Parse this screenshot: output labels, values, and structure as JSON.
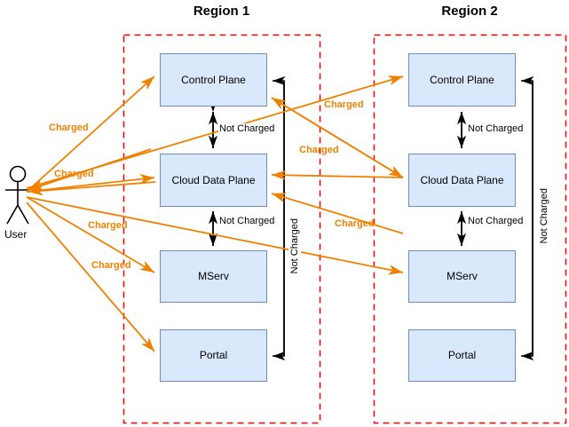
{
  "diagram": {
    "title_region1": "Region 1",
    "title_region2": "Region 2",
    "actor": {
      "name": "User",
      "icon": "stick-figure-actor-icon"
    },
    "colors": {
      "node_fill": "#dae8fc",
      "node_stroke": "#6c8ebf",
      "region_boundary": "#ff0000",
      "charged_edge": "#f08000",
      "not_charged_edge": "#000000",
      "text": "#000000",
      "background": "#ffffff"
    },
    "regions": [
      {
        "id": "region-1",
        "title": "Region 1",
        "nodes": [
          {
            "id": "r1-control-plane",
            "label": "Control Plane"
          },
          {
            "id": "r1-cloud-data-plane",
            "label": "Cloud Data Plane"
          },
          {
            "id": "r1-mserv",
            "label": "MServ"
          },
          {
            "id": "r1-portal",
            "label": "Portal"
          }
        ]
      },
      {
        "id": "region-2",
        "title": "Region 2",
        "nodes": [
          {
            "id": "r2-control-plane",
            "label": "Control Plane"
          },
          {
            "id": "r2-cloud-data-plane",
            "label": "Cloud Data Plane"
          },
          {
            "id": "r2-mserv",
            "label": "MServ"
          },
          {
            "id": "r2-portal",
            "label": "Portal"
          }
        ]
      }
    ],
    "edge_labels": {
      "charged": "Charged",
      "not_charged": "Not Charged"
    },
    "labels": {
      "charged_user_r1_control": "Charged",
      "charged_user_r1_data": "Charged",
      "charged_user_r1_mserv": "Charged",
      "charged_user_r1_portal": "Charged",
      "charged_user_r2_control": "Charged",
      "charged_r1_data_back": "Charged",
      "charged_user_r2_mserv": "Charged",
      "charged_r1_data_back2": "Charged",
      "notcharged_r1_cp_cdp": "Not Charged",
      "notcharged_r1_cdp_ms": "Not Charged",
      "notcharged_r1_side": "Not Charged",
      "notcharged_r2_cp_cdp": "Not Charged",
      "notcharged_r2_cdp_ms": "Not Charged",
      "notcharged_r2_side": "Not Charged"
    }
  }
}
